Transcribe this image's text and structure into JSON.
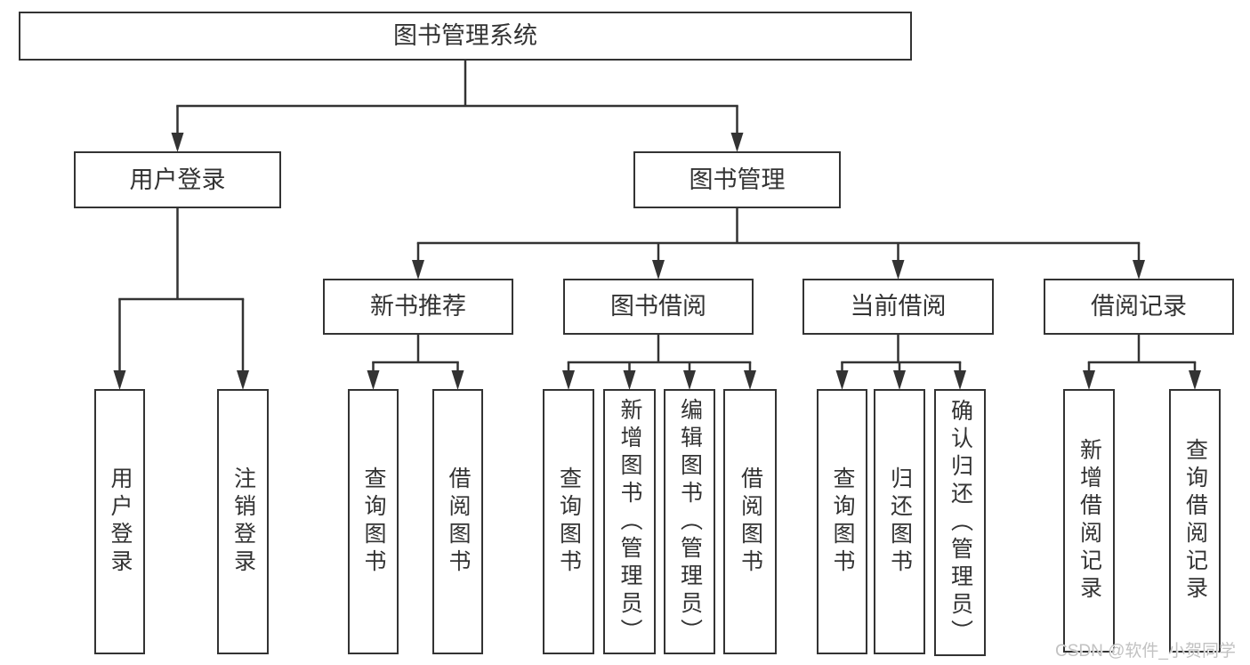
{
  "diagram": {
    "nodes": [
      {
        "id": "root",
        "label": "图书管理系统",
        "parent": null,
        "orientation": "horizontal"
      },
      {
        "id": "user-login-group",
        "label": "用户登录",
        "parent": "root",
        "orientation": "horizontal"
      },
      {
        "id": "book-mgmt",
        "label": "图书管理",
        "parent": "root",
        "orientation": "horizontal"
      },
      {
        "id": "new-book-rec",
        "label": "新书推荐",
        "parent": "book-mgmt",
        "orientation": "horizontal"
      },
      {
        "id": "book-borrow",
        "label": "图书借阅",
        "parent": "book-mgmt",
        "orientation": "horizontal"
      },
      {
        "id": "current-borrow",
        "label": "当前借阅",
        "parent": "book-mgmt",
        "orientation": "horizontal"
      },
      {
        "id": "borrow-records",
        "label": "借阅记录",
        "parent": "book-mgmt",
        "orientation": "horizontal"
      },
      {
        "id": "user-login",
        "label": "用户登录",
        "parent": "user-login-group",
        "orientation": "vertical"
      },
      {
        "id": "logout-login",
        "label": "注销登录",
        "parent": "user-login-group",
        "orientation": "vertical"
      },
      {
        "id": "rec-search-book",
        "label": "查询图书",
        "parent": "new-book-rec",
        "orientation": "vertical"
      },
      {
        "id": "rec-borrow-book",
        "label": "借阅图书",
        "parent": "new-book-rec",
        "orientation": "vertical"
      },
      {
        "id": "bb-search-book",
        "label": "查询图书",
        "parent": "book-borrow",
        "orientation": "vertical"
      },
      {
        "id": "bb-add-book",
        "label": "新增图书（管理员）",
        "parent": "book-borrow",
        "orientation": "vertical"
      },
      {
        "id": "bb-edit-book",
        "label": "编辑图书（管理员）",
        "parent": "book-borrow",
        "orientation": "vertical"
      },
      {
        "id": "bb-borrow-book",
        "label": "借阅图书",
        "parent": "book-borrow",
        "orientation": "vertical"
      },
      {
        "id": "cb-search-book",
        "label": "查询图书",
        "parent": "current-borrow",
        "orientation": "vertical"
      },
      {
        "id": "cb-return-book",
        "label": "归还图书",
        "parent": "current-borrow",
        "orientation": "vertical"
      },
      {
        "id": "cb-confirm-return",
        "label": "确认归还（管理员）",
        "parent": "current-borrow",
        "orientation": "vertical"
      },
      {
        "id": "br-add-record",
        "label": "新增借阅记录",
        "parent": "borrow-records",
        "orientation": "vertical"
      },
      {
        "id": "br-search-record",
        "label": "查询借阅记录",
        "parent": "borrow-records",
        "orientation": "vertical"
      }
    ]
  },
  "watermark": {
    "text": "CSDN @软件_小贺同学"
  },
  "colors": {
    "line": "#333333",
    "text": "#333333",
    "box_border": "#333333",
    "box_background": "#ffffff",
    "page_background": "#ffffff",
    "watermark": "#c2c2c2"
  }
}
